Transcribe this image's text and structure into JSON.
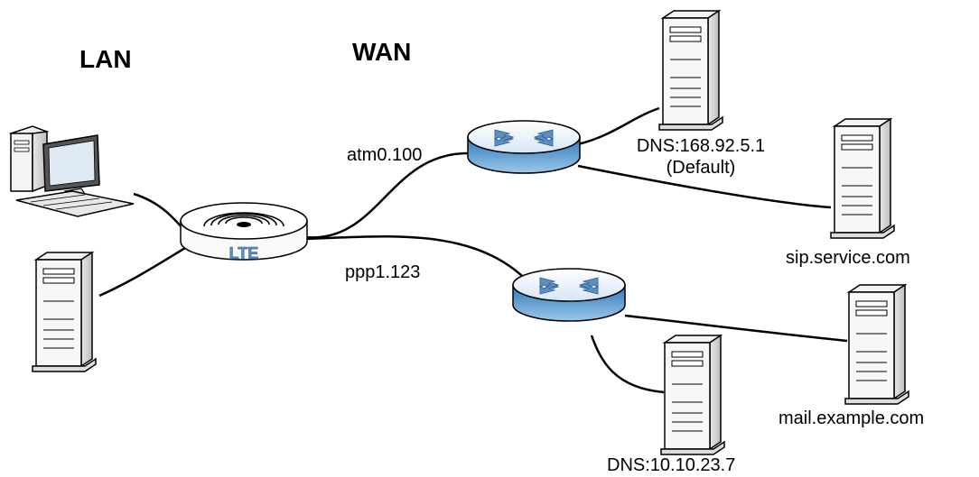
{
  "headers": {
    "lan": "LAN",
    "wan": "WAN"
  },
  "interfaces": {
    "atm": "atm0.100",
    "ppp": "ppp1.123"
  },
  "servers": {
    "dns_default_line1": "DNS:168.92.5.1",
    "dns_default_line2": "(Default)",
    "sip": "sip.service.com",
    "mail": "mail.example.com",
    "dns_ppp": "DNS:10.10.23.7"
  },
  "device": {
    "badge": "LTE"
  },
  "icons": [
    "desktop-pc-icon",
    "lan-server-icon",
    "lte-router-icon",
    "wan-router-icon",
    "server-tower-icon"
  ],
  "colors": {
    "router_top": "#e6f0fa",
    "router_side": "#4a90c8",
    "arrow": "#5a8fc0",
    "line": "#000000",
    "server_fill": "#f2f2f2",
    "lte_text": "#5b8fc9"
  }
}
